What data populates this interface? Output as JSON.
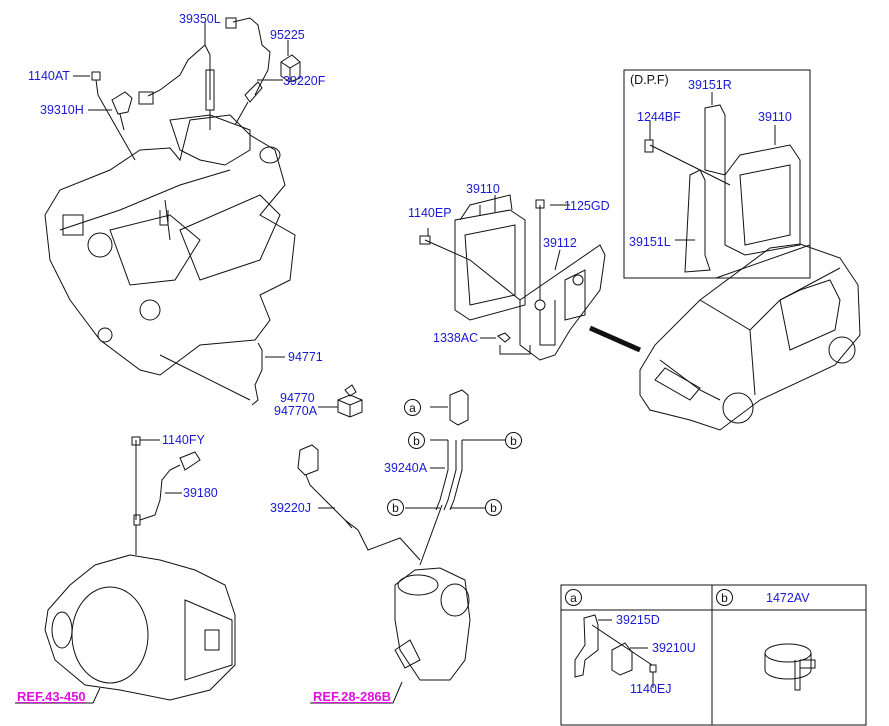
{
  "diagram": {
    "title": "Engine control / sensor parts catalog diagram",
    "colors": {
      "part_label": "#1a1ad6",
      "reference_label": "#e010e0",
      "line": "#111111"
    },
    "engine_group": {
      "labels": [
        "39350L",
        "95225",
        "1140AT",
        "39220F",
        "39310H",
        "94771",
        "94770",
        "94770A"
      ]
    },
    "ecu_group": {
      "labels": [
        "39110",
        "1140EP",
        "1125GD",
        "39112",
        "1338AC"
      ]
    },
    "dpf_box": {
      "header": "(D.P.F)",
      "labels": [
        "39151R",
        "1244BF",
        "39110",
        "39151L"
      ]
    },
    "transmission_group": {
      "labels": [
        "1140FY",
        "39180"
      ],
      "reference": "REF.43-450"
    },
    "exhaust_group": {
      "labels": [
        "39240A",
        "39220J"
      ],
      "callouts": [
        "a",
        "b",
        "b",
        "b",
        "b"
      ],
      "reference": "REF.28-286B"
    },
    "legend_table": {
      "col_a": {
        "key": "a",
        "labels": [
          "39215D",
          "39210U",
          "1140EJ"
        ]
      },
      "col_b": {
        "key": "b",
        "part": "1472AV"
      }
    }
  }
}
